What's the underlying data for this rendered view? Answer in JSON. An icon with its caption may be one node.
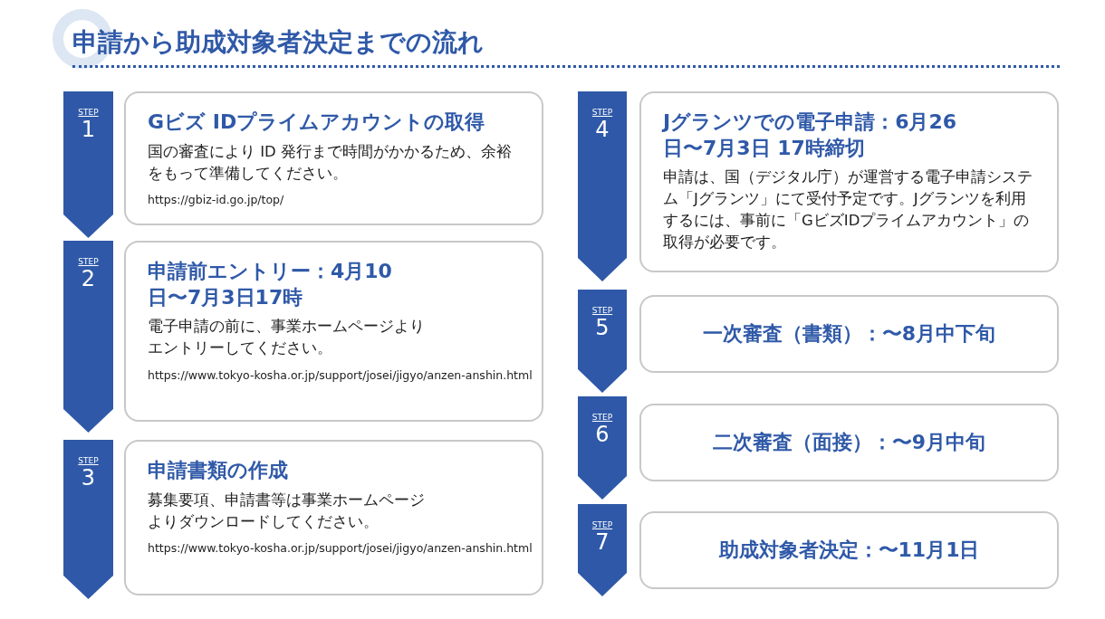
{
  "diagram": {
    "title": "申請から助成対象者決定までの流れ",
    "nodes": [
      {
        "text": [
          "STEP",
          "1"
        ]
      },
      {
        "text": [
          "Gビズ IDプライムアカウントの取得",
          "国の審査により ID 発行まで時間がかかるため、余裕をもって準備してください。",
          "https://gbiz-id.go.jp/top/"
        ]
      },
      {
        "text": [
          "STEP",
          "2"
        ]
      },
      {
        "text": [
          "申請前エントリー：4月10日〜7月3日17時",
          "電子申請の前に、事業ホームページよりエントリーしてください。",
          "https://www.tokyo-kosha.or.jp/support/josei/jigyo/anzen-anshin.html"
        ]
      },
      {
        "text": [
          "STEP",
          "3"
        ]
      },
      {
        "text": [
          "申請書類の作成",
          "募集要項、申請書等は事業ホームページよりダウンロードしてください。",
          "https://www.tokyo-kosha.or.jp/support/josei/jigyo/anzen-anshin.html"
        ]
      },
      {
        "text": [
          "STEP",
          "4"
        ]
      },
      {
        "text": [
          "Jグランツでの電子申請：6月26日〜7月3日 17時締切",
          "申請は、国（デジタル庁）が運営する電子申請システム「Jグランツ」にて受付予定です。Jグランツを利用するには、事前に「GビズIDプライムアカウント」の取得が必要です。"
        ]
      },
      {
        "text": [
          "STEP",
          "5"
        ]
      },
      {
        "text": [
          "一次審査（書類）：〜8月中下旬"
        ]
      },
      {
        "text": [
          "STEP",
          "6"
        ]
      },
      {
        "text": [
          "二次審査（面接）：〜9月中旬"
        ]
      },
      {
        "text": [
          "STEP",
          "7"
        ]
      },
      {
        "text": [
          "助成対象者決定：〜11月1日"
        ]
      }
    ]
  }
}
